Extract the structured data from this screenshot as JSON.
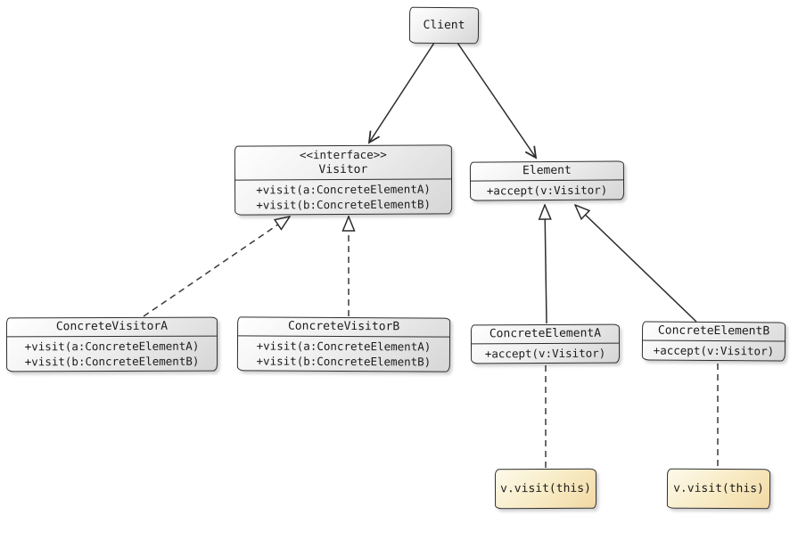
{
  "classes": {
    "client": {
      "name": "Client"
    },
    "visitor": {
      "stereotype": "<<interface>>",
      "name": "Visitor",
      "methods": [
        "+visit(a:ConcreteElementA)",
        "+visit(b:ConcreteElementB)"
      ]
    },
    "element": {
      "name": "Element",
      "methods": [
        "+accept(v:Visitor)"
      ]
    },
    "concrete_visitor_a": {
      "name": "ConcreteVisitorA",
      "methods": [
        "+visit(a:ConcreteElementA)",
        "+visit(b:ConcreteElementB)"
      ]
    },
    "concrete_visitor_b": {
      "name": "ConcreteVisitorB",
      "methods": [
        "+visit(a:ConcreteElementA)",
        "+visit(b:ConcreteElementB)"
      ]
    },
    "concrete_element_a": {
      "name": "ConcreteElementA",
      "methods": [
        "+accept(v:Visitor)"
      ]
    },
    "concrete_element_b": {
      "name": "ConcreteElementB",
      "methods": [
        "+accept(v:Visitor)"
      ]
    }
  },
  "notes": {
    "note_a": {
      "text": "v.visit(this)"
    },
    "note_b": {
      "text": "v.visit(this)"
    }
  },
  "relationships": [
    {
      "from": "Client",
      "to": "Visitor",
      "type": "dependency-open-arrow-solid"
    },
    {
      "from": "Client",
      "to": "Element",
      "type": "dependency-open-arrow-solid"
    },
    {
      "from": "ConcreteVisitorA",
      "to": "Visitor",
      "type": "realization-dashed-hollow-triangle"
    },
    {
      "from": "ConcreteVisitorB",
      "to": "Visitor",
      "type": "realization-dashed-hollow-triangle"
    },
    {
      "from": "ConcreteElementA",
      "to": "Element",
      "type": "generalization-solid-hollow-triangle"
    },
    {
      "from": "ConcreteElementB",
      "to": "Element",
      "type": "generalization-solid-hollow-triangle"
    },
    {
      "from": "ConcreteElementA",
      "to": "note_a",
      "type": "note-attachment-dashed"
    },
    {
      "from": "ConcreteElementB",
      "to": "note_b",
      "type": "note-attachment-dashed"
    }
  ],
  "colors": {
    "background": "#ffffff",
    "border": "#2d2d2d",
    "class_fill_light": "#ffffff",
    "class_fill_dark": "#d6d6d6",
    "note_fill_light": "#fdf9ea",
    "note_fill_dark": "#f2d8a3"
  }
}
